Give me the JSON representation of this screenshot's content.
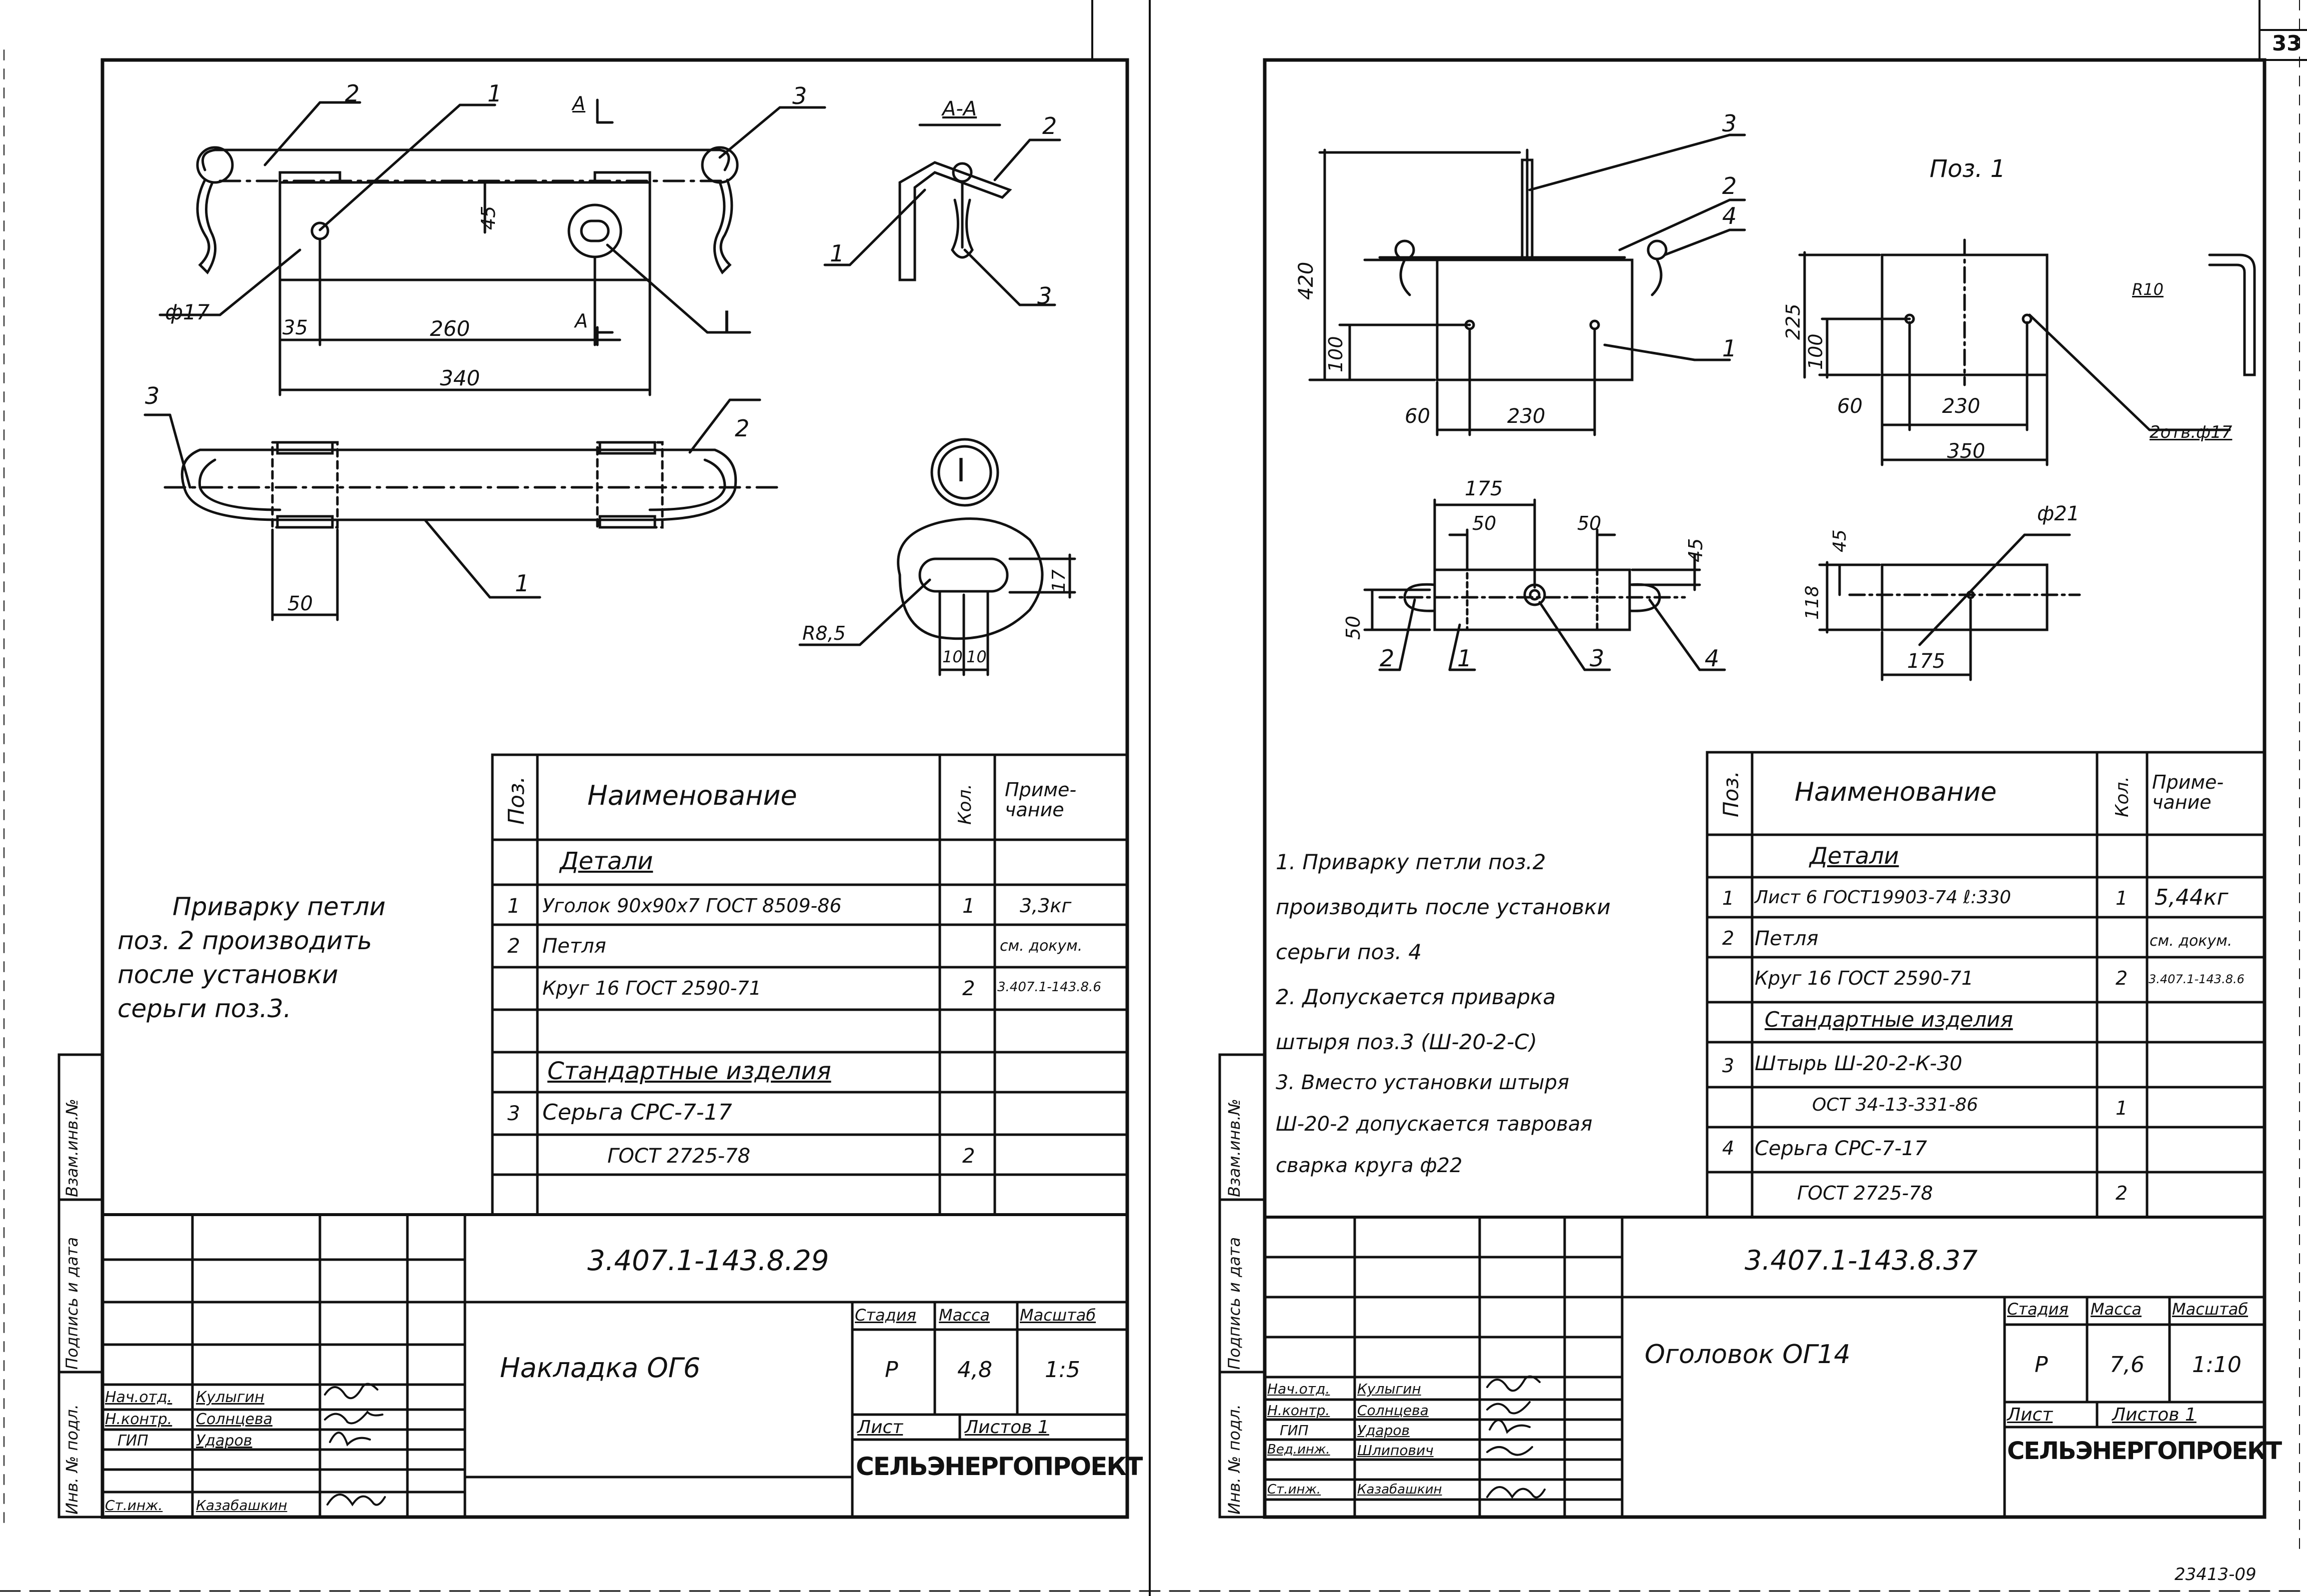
{
  "page_number": "33",
  "archive_number": "23413-09",
  "left_sheet": {
    "section_label": "А-А",
    "section_mark": "А",
    "detail_mark": "I",
    "dimensions": {
      "d17": "ф17",
      "d35": "35",
      "d260": "260",
      "d340": "340",
      "d45": "45",
      "d50": "50",
      "d17b": "17",
      "d10a": "10",
      "d10b": "10",
      "r85": "R8,5"
    },
    "callouts": {
      "c1a": "1",
      "c2a": "2",
      "c3a": "3",
      "c1b": "1",
      "c2b": "2",
      "c3b": "3",
      "c1c": "1",
      "c2c": "2",
      "c3c": "3"
    },
    "note": [
      "Приварку петли",
      "поз. 2 производить",
      "после установки",
      "серьги поз.3."
    ],
    "spec_header": {
      "pos": "Поз.",
      "name": "Наименование",
      "qty": "Кол.",
      "note": "Приме-чание"
    },
    "spec_rows": [
      {
        "pos": "",
        "name": "Детали",
        "qty": "",
        "note": "",
        "title": true
      },
      {
        "pos": "1",
        "name": "Уголок 90x90x7 ГОСТ 8509-86",
        "qty": "1",
        "note": "3,3кг"
      },
      {
        "pos": "2",
        "name": "Петля",
        "qty": "",
        "note": "см. докум."
      },
      {
        "pos": "",
        "name": "Круг 16  ГОСТ 2590-71",
        "qty": "2",
        "note": "3.407.1-143.8.6"
      },
      {
        "pos": "",
        "name": "",
        "qty": "",
        "note": ""
      },
      {
        "pos": "",
        "name": "Стандартные изделия",
        "qty": "",
        "note": "",
        "title": true
      },
      {
        "pos": "3",
        "name": "Серьга СРС-7-17",
        "qty": "",
        "note": ""
      },
      {
        "pos": "",
        "name": "ГОСТ 2725-78",
        "qty": "2",
        "note": ""
      }
    ],
    "title_block": {
      "doc_code": "3.407.1-143.8.29",
      "title": "Накладка ОГ6",
      "stage_label": "Стадия",
      "mass_label": "Масса",
      "scale_label": "Масштаб",
      "stage": "Р",
      "mass": "4,8",
      "scale": "1:5",
      "sheet_label": "Лист",
      "sheets_label": "Листов 1",
      "org": "СЕЛЬЭНЕРГОПРОЕКТ",
      "people": [
        {
          "role": "Нач.отд.",
          "name": "Кулыгин"
        },
        {
          "role": "Н.контр.",
          "name": "Солнцева"
        },
        {
          "role": "ГИП",
          "name": "Ударов"
        },
        {
          "role": "",
          "name": ""
        },
        {
          "role": "Ст.инж.",
          "name": "Казабашкин"
        }
      ]
    },
    "side_labels": [
      "Инв. № подл.",
      "Подпись и дата",
      "Взам.инв.№"
    ]
  },
  "right_sheet": {
    "view_label": "Поз. 1",
    "dimensions": {
      "d420": "420",
      "d100": "100",
      "d60": "60",
      "d230": "230",
      "d225": "225",
      "d100b": "100",
      "d60b": "60",
      "d230b": "230",
      "d350": "350",
      "r10": "R10",
      "holes": "2отв.ф17",
      "d175": "175",
      "d50a": "50",
      "d50b": "50",
      "d45": "45",
      "d50c": "50",
      "d21": "ф21",
      "d45b": "45",
      "d118": "118",
      "d175b": "175"
    },
    "callouts": {
      "c3a": "3",
      "c2a": "2",
      "c4a": "4",
      "c1a": "1",
      "c2b": "2",
      "c1b": "1",
      "c3b": "3",
      "c4b": "4"
    },
    "notes": [
      "1. Приварку петли поз.2",
      "производить после установки",
      "серьги поз. 4",
      "2. Допускается приварка",
      "штыря поз.3 (Ш-20-2-С)",
      "3. Вместо установки штыря",
      "Ш-20-2 допускается тавровая",
      "сварка круга ф22"
    ],
    "spec_header": {
      "pos": "Поз.",
      "name": "Наименование",
      "qty": "Кол.",
      "note": "Приме-чание"
    },
    "spec_rows": [
      {
        "pos": "",
        "name": "Детали",
        "qty": "",
        "note": "",
        "title": true
      },
      {
        "pos": "1",
        "name": "Лист 6 ГОСТ19903-74 ℓ:330",
        "qty": "1",
        "note": "5,44кг"
      },
      {
        "pos": "2",
        "name": "Петля",
        "qty": "",
        "note": "см. докум."
      },
      {
        "pos": "",
        "name": "Круг 16  ГОСТ 2590-71",
        "qty": "2",
        "note": "3.407.1-143.8.6"
      },
      {
        "pos": "",
        "name": "Стандартные изделия",
        "qty": "",
        "note": "",
        "title": true
      },
      {
        "pos": "3",
        "name": "Штырь Ш-20-2-К-30",
        "qty": "",
        "note": ""
      },
      {
        "pos": "",
        "name": "ОСТ 34-13-331-86",
        "qty": "1",
        "note": ""
      },
      {
        "pos": "4",
        "name": "Серьга  СРС-7-17",
        "qty": "",
        "note": ""
      },
      {
        "pos": "",
        "name": "ГОСТ 2725-78",
        "qty": "2",
        "note": ""
      }
    ],
    "title_block": {
      "doc_code": "3.407.1-143.8.37",
      "title": "Оголовок ОГ14",
      "stage_label": "Стадия",
      "mass_label": "Масса",
      "scale_label": "Масштаб",
      "stage": "Р",
      "mass": "7,6",
      "scale": "1:10",
      "sheet_label": "Лист",
      "sheets_label": "Листов 1",
      "org": "СЕЛЬЭНЕРГОПРОЕКТ",
      "people": [
        {
          "role": "Нач.отд.",
          "name": "Кулыгин"
        },
        {
          "role": "Н.контр.",
          "name": "Солнцева"
        },
        {
          "role": "ГИП",
          "name": "Ударов"
        },
        {
          "role": "Вед.инж.",
          "name": "Шлипович"
        },
        {
          "role": "Ст.инж.",
          "name": "Казабашкин"
        }
      ]
    },
    "side_labels": [
      "Инв. № подл.",
      "Подпись и дата",
      "Взам.инв.№"
    ]
  }
}
